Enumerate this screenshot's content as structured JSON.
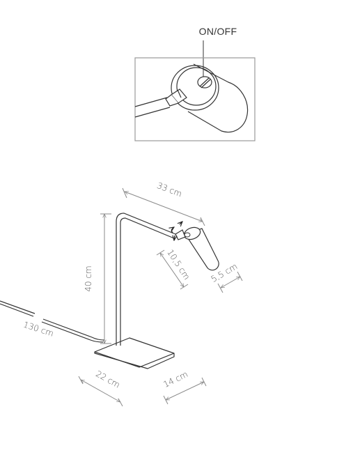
{
  "switch_label": "ON/OFF",
  "dimensions": {
    "arm_length": "33 cm",
    "height": "40 cm",
    "head_length": "10,5 cm",
    "head_diameter": "5,5 cm",
    "cable_length": "130 cm",
    "base_length": "22 cm",
    "base_width": "14 cm"
  }
}
